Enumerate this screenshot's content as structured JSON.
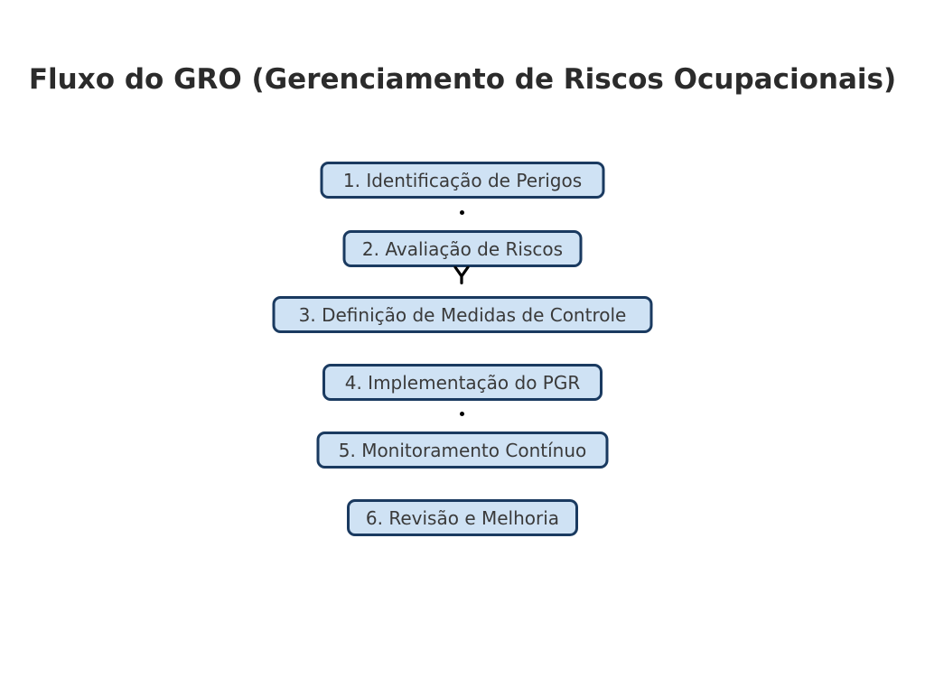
{
  "title": "Fluxo do GRO (Gerenciamento de Riscos Ocupacionais)",
  "flow": {
    "steps": [
      "1. Identificação de Perigos",
      "2. Avaliação de Riscos",
      "3. Definição de Medidas de Controle",
      "4. Implementação do PGR",
      "5. Monitoramento Contínuo",
      "6. Revisão e Melhoria"
    ],
    "connectors": [
      {
        "between": "step-1-and-step-2",
        "type": "dot"
      },
      {
        "between": "step-2-and-step-3",
        "type": "arrowhead-down"
      },
      {
        "between": "step-4-and-step-5",
        "type": "dot"
      }
    ]
  },
  "colors": {
    "background": "#ffffff",
    "box_fill": "#cfe2f4",
    "box_border": "#1a3a60",
    "box_text": "#3a3a3a",
    "title_text": "#2b2b2b",
    "connector": "#000000"
  }
}
